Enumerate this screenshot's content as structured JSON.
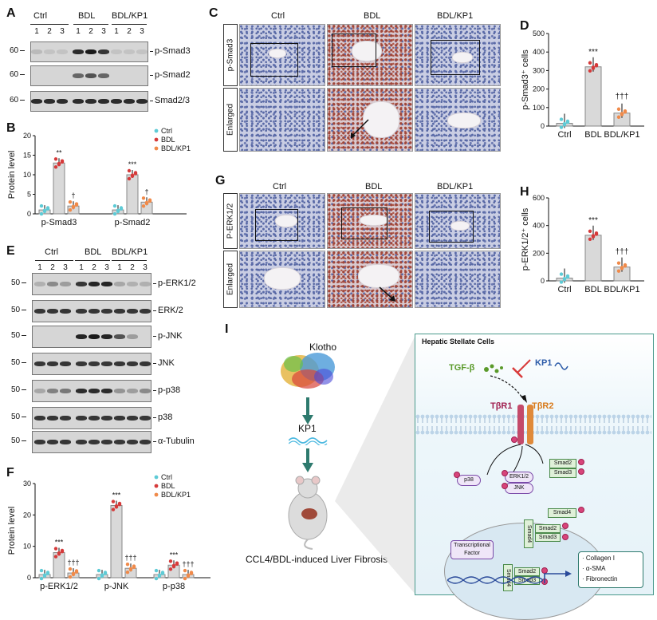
{
  "panel_letters": {
    "A": "A",
    "B": "B",
    "C": "C",
    "D": "D",
    "E": "E",
    "F": "F",
    "G": "G",
    "H": "H",
    "I": "I"
  },
  "groups": {
    "ctrl": "Ctrl",
    "bdl": "BDL",
    "kp1": "BDL/KP1"
  },
  "lanes": [
    "1",
    "2",
    "3"
  ],
  "blotA": {
    "mw": [
      "60",
      "60",
      "60"
    ],
    "bands": [
      "p-Smad3",
      "p-Smad2",
      "Smad2/3"
    ]
  },
  "blotE": {
    "mw": [
      "50",
      "50",
      "50",
      "50",
      "50",
      "50",
      "50"
    ],
    "bands": [
      "p-ERK1/2",
      "ERK/2",
      "p-JNK",
      "JNK",
      "p-p38",
      "p38",
      "α-Tubulin"
    ]
  },
  "micro_C": {
    "row1": "p-Smad3",
    "row2": "Enlarged"
  },
  "micro_G": {
    "row1": "P-ERK1/2",
    "row2": "Enlarged"
  },
  "legend": {
    "ctrl": "Ctrl",
    "bdl": "BDL",
    "kp1": "BDL/KP1"
  },
  "colors": {
    "ctrl": "#5ecbd6",
    "bdl": "#d63a3a",
    "kp1": "#f08a4a",
    "bar": "#d9d9d9",
    "teal": "#2e7a6e"
  },
  "sig": {
    "B1": "**",
    "B2": "†",
    "B3": "***",
    "B4": "†",
    "D1": "***",
    "D2": "†††",
    "H1": "***",
    "H2": "†††",
    "F1": "***",
    "F2": "†††",
    "F3": "***",
    "F4": "†††",
    "F5": "***",
    "F6": "†††"
  },
  "chart_data": [
    {
      "type": "bar",
      "panel": "B",
      "ylabel": "Protein level",
      "ylim": [
        0,
        20
      ],
      "yticks": [
        0,
        5,
        10,
        15,
        20
      ],
      "categories": [
        "p-Smad3",
        "p-Smad2"
      ],
      "series": [
        {
          "name": "Ctrl",
          "values": [
            1,
            1
          ]
        },
        {
          "name": "BDL",
          "values": [
            13,
            10
          ]
        },
        {
          "name": "BDL/KP1",
          "values": [
            2,
            3
          ]
        }
      ]
    },
    {
      "type": "bar",
      "panel": "D",
      "ylabel": "p-Smad3⁺ cells",
      "ylim": [
        0,
        500
      ],
      "yticks": [
        0,
        100,
        200,
        300,
        400,
        500
      ],
      "categories": [
        "Ctrl",
        "BDL",
        "BDL/KP1"
      ],
      "values": [
        15,
        320,
        70
      ]
    },
    {
      "type": "bar",
      "panel": "H",
      "ylabel": "p-ERK1/2⁺ cells",
      "ylim": [
        0,
        600
      ],
      "yticks": [
        0,
        200,
        400,
        600
      ],
      "categories": [
        "Ctrl",
        "BDL",
        "BDL/KP1"
      ],
      "values": [
        20,
        330,
        100
      ]
    },
    {
      "type": "bar",
      "panel": "F",
      "ylabel": "Protein level",
      "ylim": [
        0,
        30
      ],
      "yticks": [
        0,
        10,
        20,
        30
      ],
      "categories": [
        "p-ERK1/2",
        "p-JNK",
        "p-p38"
      ],
      "series": [
        {
          "name": "Ctrl",
          "values": [
            1,
            1,
            1
          ]
        },
        {
          "name": "BDL",
          "values": [
            8,
            23,
            4
          ]
        },
        {
          "name": "BDL/KP1",
          "values": [
            1.5,
            3,
            1
          ]
        }
      ]
    }
  ],
  "diagramI": {
    "klotho": "Klotho",
    "kp1": "KP1",
    "caption": "CCL4/BDL-induced Liver Fibrosis",
    "box_title": "Hepatic Stellate Cells",
    "tgfb": "TGF-β",
    "kp1_box": "KP1",
    "r1": "TβR1",
    "r2": "TβR2",
    "p38": "p38",
    "erk": "ERK1/2",
    "jnk": "JNK",
    "smad2": "Smad2",
    "smad3": "Smad3",
    "smad4": "Smad4",
    "tf": "Transcriptional Factor",
    "targets": [
      "· Collagen I",
      "· α-SMA",
      "· Fibronectin"
    ]
  }
}
